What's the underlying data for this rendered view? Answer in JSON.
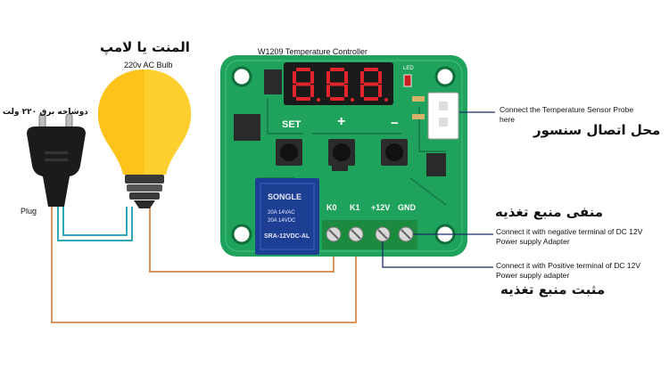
{
  "board": {
    "title": "W1209 Temperature Controller",
    "display_digits": [
      "8",
      "8",
      "8"
    ],
    "led_label": "LED",
    "btn_set": "SET",
    "btn_plus": "+",
    "btn_minus": "−",
    "relay_brand": "SONGLE",
    "relay_model": "SRA-12VDC-AL",
    "relay_rating1": "20A 14VAC",
    "relay_rating2": "20A 14VDC",
    "terminals": [
      "K0",
      "K1",
      "+12V",
      "GND"
    ]
  },
  "lamp": {
    "title_fa": "المنت یا لامپ",
    "subtitle": "220v AC Bulb"
  },
  "plug": {
    "title_fa": "دوشاخه برق ۲۲۰ ولت",
    "label": "Plug"
  },
  "annotations": {
    "sensor_en_line1": "Connect the Temperature Sensor Probe",
    "sensor_en_line2": "here",
    "sensor_fa": "محل اتصال سنسور",
    "negative_fa": "منفی منبع تغذیه",
    "negative_en_line1": "Connect it with negative terminal of DC 12V",
    "negative_en_line2": "Power supply Adapter",
    "positive_en_line1": "Connect it with Positive terminal of DC 12V",
    "positive_en_line2": "Power supply adapter",
    "positive_fa": "مثبت منبع تغذیه"
  },
  "colors": {
    "pcb": "#1fa35c",
    "pcb_dark": "#16824a",
    "display_bg": "#1a1a1a",
    "segment": "#e3242b",
    "relay": "#1d3f93",
    "terminal": "#1d8b3f",
    "bulb": "#fec31a",
    "wire": "#d9955c",
    "wire_blue": "#2fa7b8",
    "line": "#1a2a6a"
  }
}
